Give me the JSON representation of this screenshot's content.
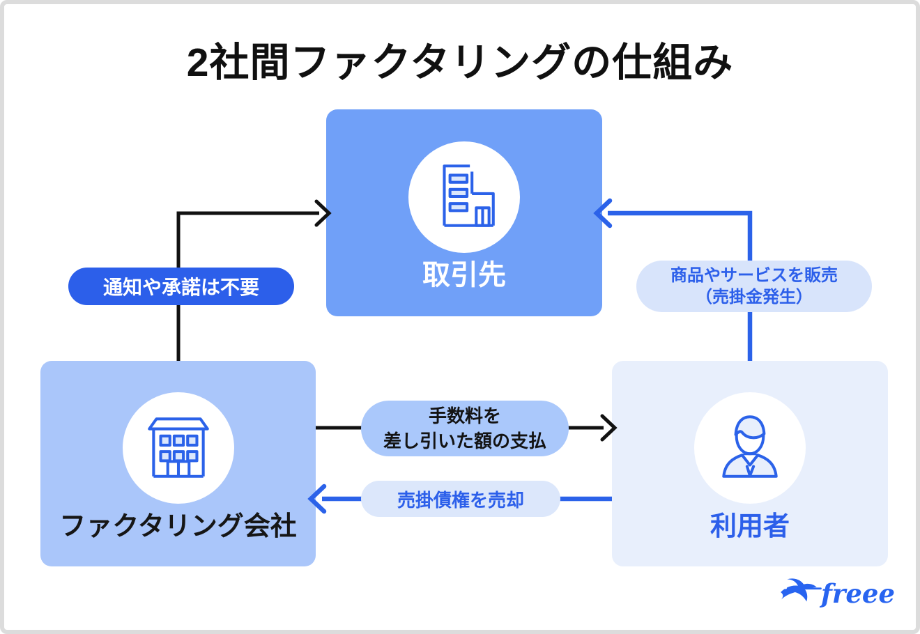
{
  "title": "2社間ファクタリングの仕組み",
  "nodes": {
    "partner": {
      "label": "取引先",
      "icon": "office-building-icon"
    },
    "factoring_company": {
      "label": "ファクタリング会社",
      "icon": "company-building-icon"
    },
    "user": {
      "label": "利用者",
      "icon": "person-icon"
    }
  },
  "flow_labels": {
    "notice": "通知や承諾は不要",
    "sale": {
      "line1": "商品やサービスを販売",
      "line2": "（売掛金発生）"
    },
    "payment": {
      "line1": "手数料を",
      "line2": "差し引いた額の支払"
    },
    "receivable": "売掛債権を売却"
  },
  "logo": {
    "brand": "freee",
    "icon": "swallow-icon"
  },
  "colors": {
    "partner_box": "#70a0f8",
    "factoring_box": "#aac6fa",
    "user_box": "#e8effc",
    "pill_dark_blue": "#2c5fea",
    "pill_medium_blue": "#aac8fb",
    "pill_light_blue": "#dce7fb",
    "pill_sale_blue": "#d8e4fb",
    "line_blue": "#2b62e9",
    "line_black": "#111111",
    "logo_blue": "#2864f0"
  }
}
